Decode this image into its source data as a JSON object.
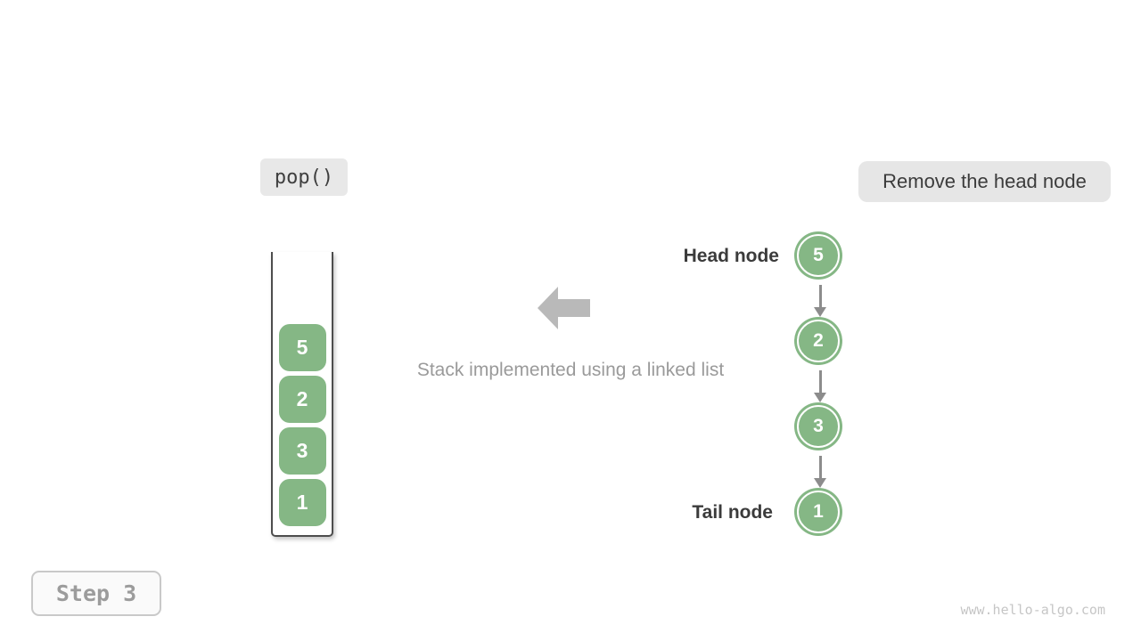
{
  "operation_badge": {
    "label": "pop()"
  },
  "description_badge": {
    "label": "Remove the head node"
  },
  "stack": {
    "items": [
      "5",
      "2",
      "3",
      "1"
    ]
  },
  "caption": {
    "text": "Stack implemented using a linked list"
  },
  "linked_list": {
    "nodes": [
      {
        "value": "5",
        "label": "Head node"
      },
      {
        "value": "2",
        "label": ""
      },
      {
        "value": "3",
        "label": ""
      },
      {
        "value": "1",
        "label": "Tail node"
      }
    ]
  },
  "step_badge": {
    "label": "Step 3"
  },
  "watermark": {
    "text": "www.hello-algo.com"
  },
  "colors": {
    "node_green": "#85b785",
    "container_border": "#4d4d4d",
    "arrow_gray": "#8c8c8c",
    "big_arrow_gray": "#b9b9b9",
    "badge_bg": "#e7e7e7",
    "caption_gray": "#9a9a9a",
    "dark_text": "#3b3b3b",
    "step_text": "#9c9c9c",
    "watermark_gray": "#c6c6c6"
  }
}
